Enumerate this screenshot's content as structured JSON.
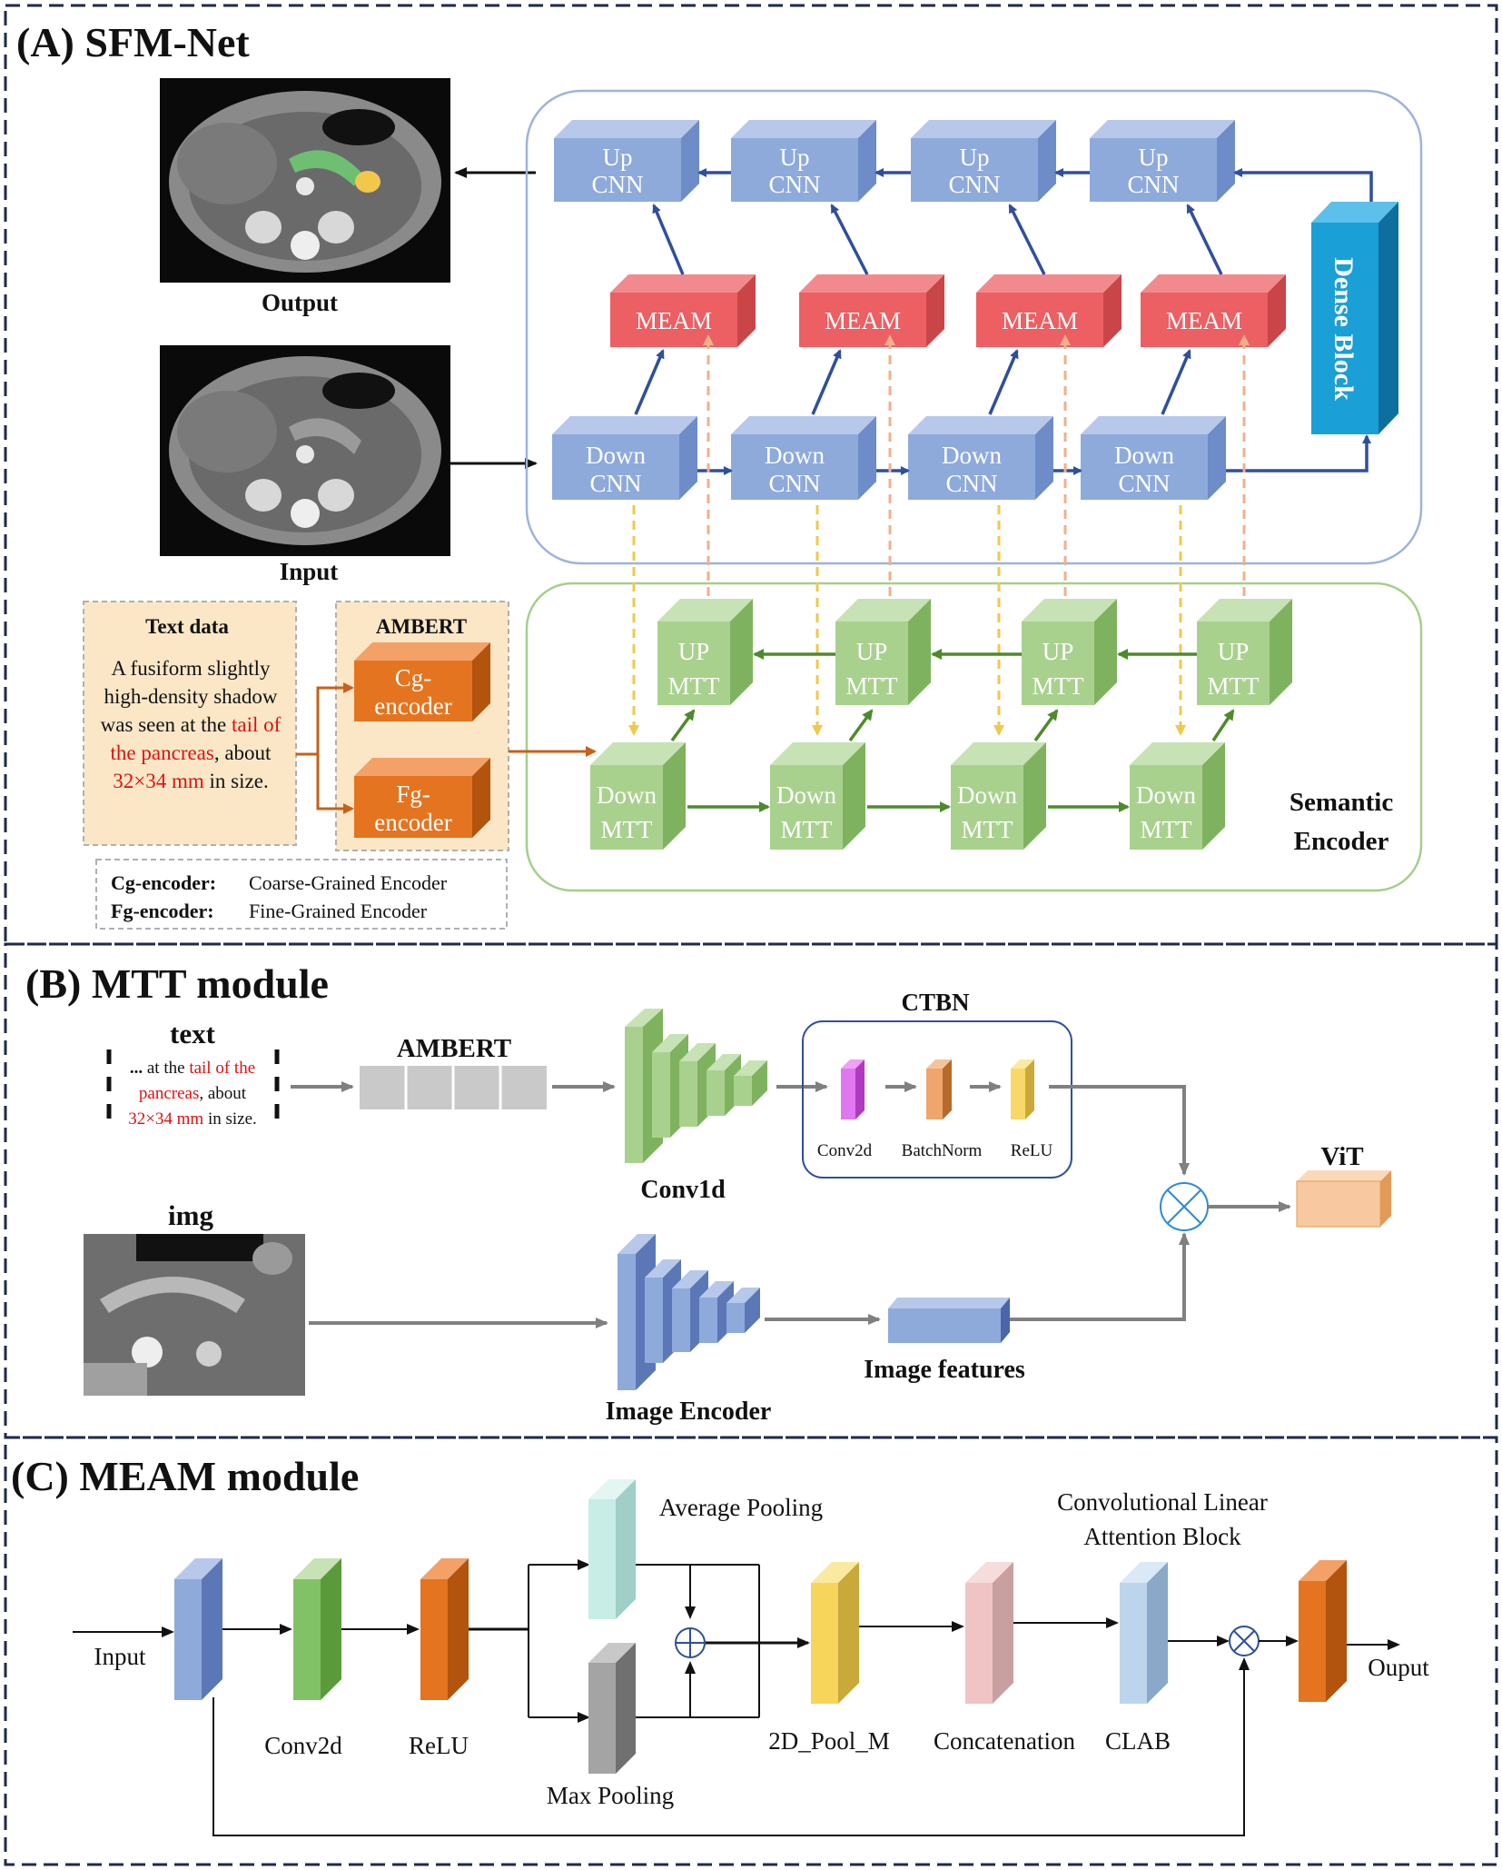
{
  "panelA": {
    "title": "(A) SFM-Net",
    "output_label": "Output",
    "input_label": "Input",
    "up_cnn": [
      "Up",
      "CNN"
    ],
    "meam": "MEAM",
    "down_cnn": [
      "Down",
      "CNN"
    ],
    "dense_block": "Dense Block",
    "up_mtt": [
      "UP",
      "MTT"
    ],
    "down_mtt": [
      "Down",
      "MTT"
    ],
    "semantic_encoder": [
      "Semantic",
      "Encoder"
    ],
    "text_data": {
      "title": "Text data",
      "line1": "A fusiform slightly",
      "line2": "high-density shadow",
      "line3_a": "was seen at the ",
      "line3_b": "tail of",
      "line4_a": "the pancreas",
      "line4_b": ", about",
      "line5_a": "32×34 mm",
      "line5_b": " in size."
    },
    "ambert": "AMBERT",
    "cg_encoder": [
      "Cg-",
      "encoder"
    ],
    "fg_encoder": [
      "Fg-",
      "encoder"
    ],
    "legend": {
      "cg_key": "Cg-encoder:",
      "cg_val": "Coarse-Grained Encoder",
      "fg_key": "Fg-encoder:",
      "fg_val": "Fine-Grained Encoder"
    }
  },
  "panelB": {
    "title": "(B) MTT module",
    "text_label": "text",
    "snippet": {
      "l1_a": "... ",
      "l1_b": "at the ",
      "l1_c": "tail of the",
      "l2_a": "pancreas",
      "l2_b": ", about",
      "l3_a": "32×34 mm",
      "l3_b": " in size."
    },
    "ambert": "AMBERT",
    "conv1d": "Conv1d",
    "ctbn": "CTBN",
    "conv2d": "Conv2d",
    "batchnorm": "BatchNorm",
    "relu": "ReLU",
    "vit": "ViT",
    "img_label": "img",
    "image_encoder": "Image Encoder",
    "image_features": "Image features"
  },
  "panelC": {
    "title": "(C) MEAM module",
    "input": "Input",
    "conv2d": "Conv2d",
    "relu": "ReLU",
    "avg_pool": "Average Pooling",
    "max_pool": "Max Pooling",
    "pool_m": "2D_Pool_M",
    "concat": "Concatenation",
    "clab_title_1": "Convolutional Linear",
    "clab_title_2": "Attention Block",
    "clab": "CLAB",
    "output": "Ouput"
  },
  "colors": {
    "cnn_blue": "#8eaadb",
    "meam_red": "#ec5f62",
    "mtt_green": "#a9d18e",
    "dense_teal": "#1a9fd6",
    "ambert_orange": "#e4741f",
    "panel_border": "#1f2a4a",
    "text_red": "#e01010"
  }
}
